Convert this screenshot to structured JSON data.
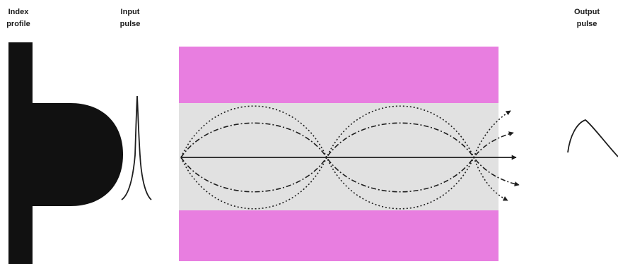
{
  "labels": {
    "index_profile": "Index\nprofile",
    "input_pulse": "Input\npulse",
    "output_pulse": "Output\npulse"
  },
  "colors": {
    "cladding": "#e87ee0",
    "core": "#e1e1e1",
    "profile": "#111111",
    "rays": "#1e1e1e"
  },
  "rays": {
    "axial": "solid",
    "inner_pair": "dash-dot",
    "outer_pair": "dotted"
  }
}
